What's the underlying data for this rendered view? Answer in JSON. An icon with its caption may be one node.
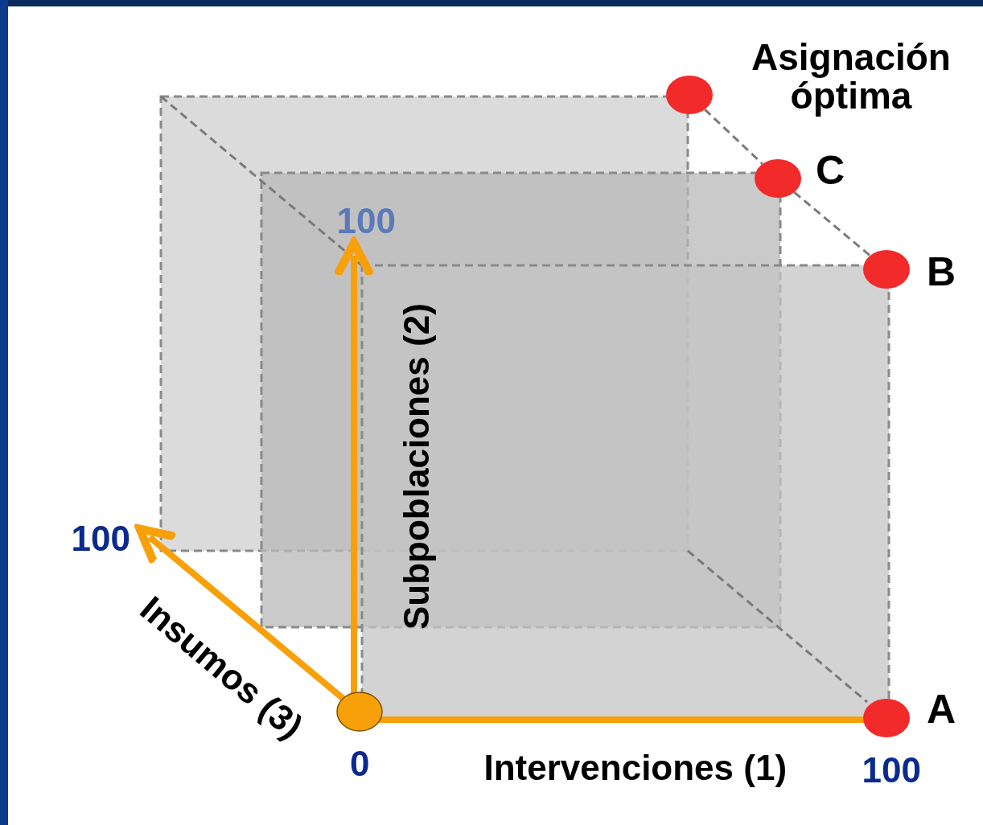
{
  "diagram": {
    "nodes": [
      {
        "text": [],
        "shape": "circle",
        "beside": [
          "Asignación óptima"
        ]
      },
      {
        "text": [],
        "shape": "circle",
        "beside": [
          "C"
        ]
      },
      {
        "text": [],
        "shape": "circle",
        "beside": [
          "B"
        ]
      },
      {
        "text": [],
        "shape": "circle",
        "beside": [
          "A"
        ]
      }
    ],
    "edges": [
      {
        "from": 0,
        "to": 1,
        "arrow": "none",
        "style": "dashed"
      },
      {
        "from": 1,
        "to": 2,
        "arrow": "none",
        "style": "dashed"
      }
    ],
    "labels": [
      "100",
      "Subpoblaciones (2)",
      "100",
      "Insumos (3)",
      "0",
      "Intervenciones (1)",
      "100"
    ]
  }
}
